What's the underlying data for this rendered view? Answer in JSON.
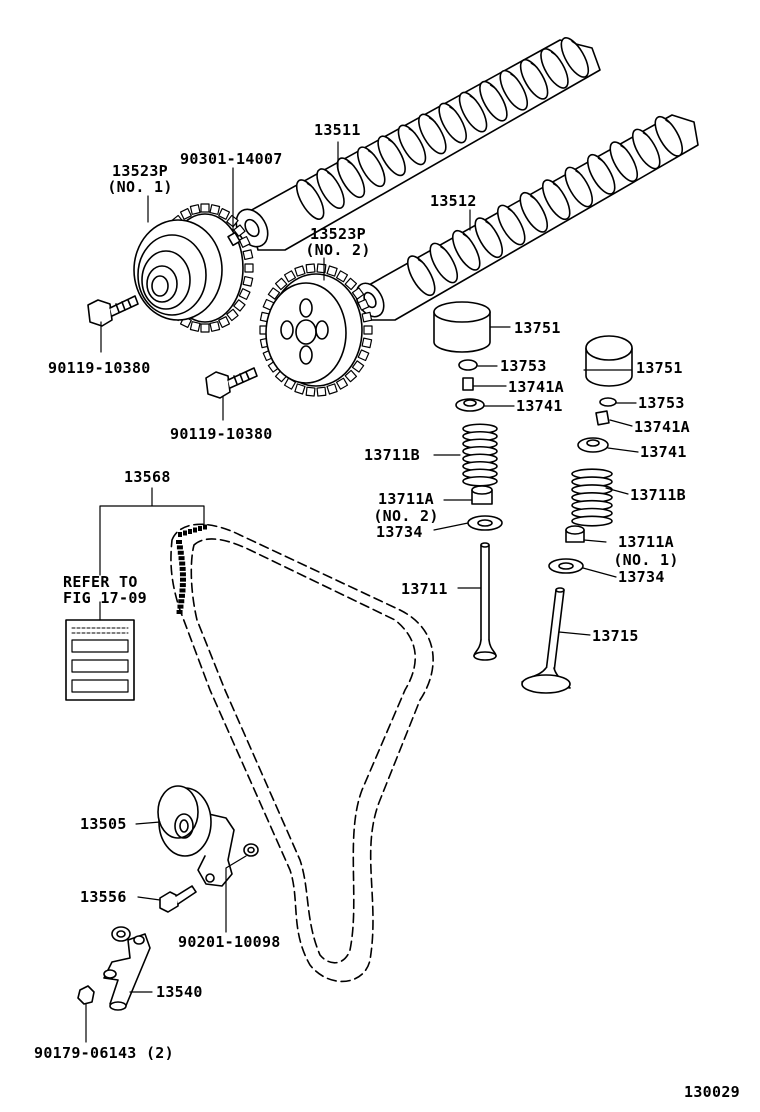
{
  "diagram_id": "130029",
  "refer_note": {
    "line1": "REFER TO",
    "line2": "FIG 17-09"
  },
  "parts": {
    "camshaft_exhaust": "13511",
    "camshaft_intake": "13512",
    "sprocket_no1": {
      "number": "13523P",
      "note": "(NO. 1)"
    },
    "sprocket_no2": {
      "number": "13523P",
      "note": "(NO. 2)"
    },
    "pin": "90301-14007",
    "bolt_a": "90119-10380",
    "bolt_b": "90119-10380",
    "timing_belt": "13568",
    "lifter_left": "13751",
    "lifter_right": "13751",
    "shim_left": "13753",
    "shim_right": "13753",
    "keeper_left": "13741A",
    "keeper_right": "13741A",
    "retainer_left": "13741",
    "retainer_right": "13741",
    "spring_left": "13711B",
    "spring_right": "13711B",
    "seal_no2": {
      "number": "13711A",
      "note": "(NO. 2)"
    },
    "seal_no1": {
      "number": "13711A",
      "note": "(NO. 1)"
    },
    "seat_left": "13734",
    "seat_right": "13734",
    "valve_intake": "13711",
    "valve_exhaust": "13715",
    "idler_pulley": "13505",
    "pulley_bolt": "13556",
    "washer": "90201-10098",
    "tensioner": "13540",
    "nut": "90179-06143 (2)"
  }
}
